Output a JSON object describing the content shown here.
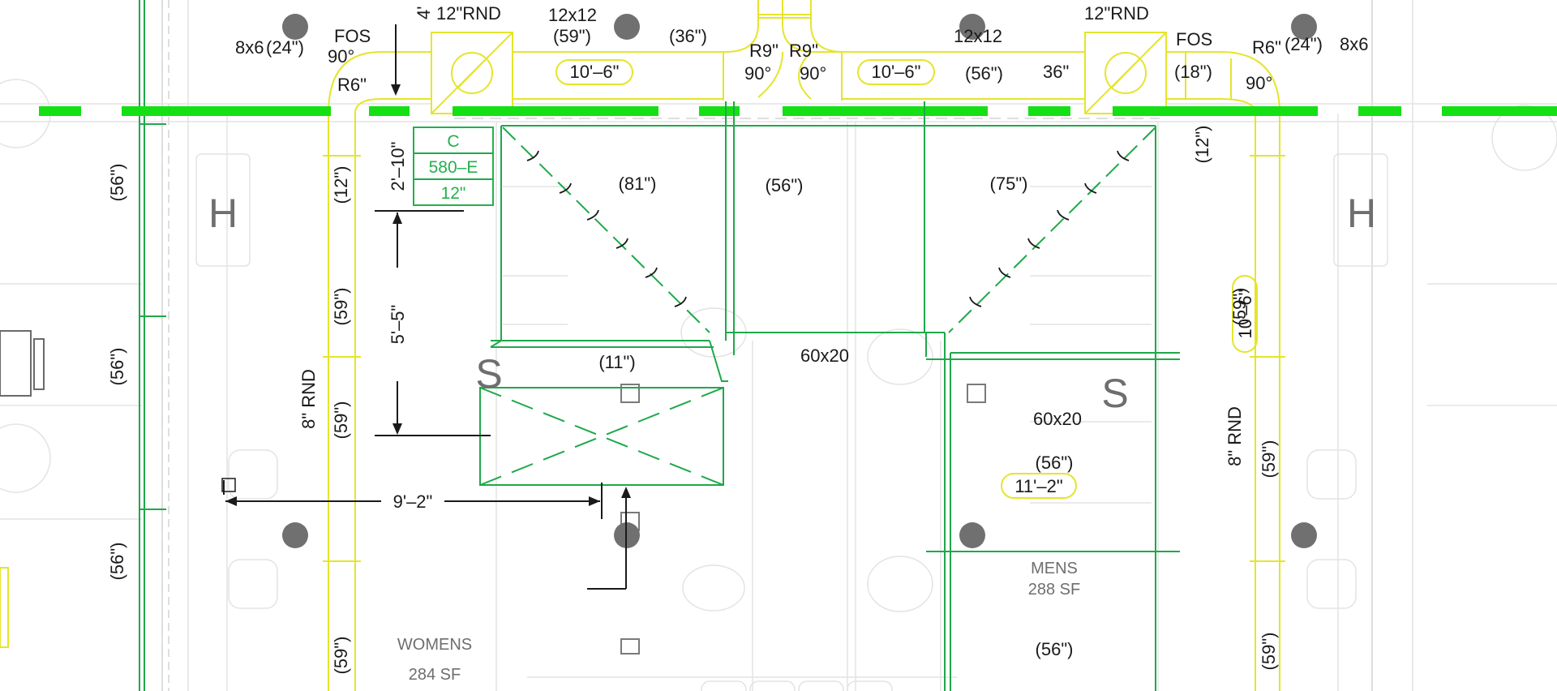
{
  "drawing": {
    "colors": {
      "duct": "#e5e52a",
      "green_linework": "#1fa84a",
      "bright_green_line": "#14e014",
      "dimension": "#1a1a1a",
      "column_dot": "#707070",
      "background_linework": "#e3e3e3"
    },
    "labels": {
      "duct_8x6_left": "8x6",
      "len_24_left": "(24\")",
      "fos_left": "FOS",
      "deg90_left": "90°",
      "r6_left": "R6\"",
      "vert_4": "4'",
      "rnd12_left": "12\"RND",
      "duct_12x12_left": "12x12",
      "len_59_top": "(59\")",
      "len_36_top": "(36\")",
      "r9_left": "R9\"",
      "r9_right": "R9\"",
      "deg90_mid_left": "90°",
      "deg90_mid_right": "90°",
      "duct_12x12_right": "12x12",
      "rnd12_right": "12\"RND",
      "fos_right": "FOS",
      "r6_right": "R6\"",
      "len_24_right": "(24\")",
      "duct_8x6_right": "8x6",
      "len_56_top_right": "(56\")",
      "len_36_right": "36\"",
      "len_18": "(18\")",
      "deg90_right": "90°",
      "bubble_10_6_a": "10'–6\"",
      "bubble_10_6_b": "10'–6\"",
      "bubble_10_6_c": "10'–6\"",
      "bubble_11_2": "11'–2\"",
      "tag_c": "C",
      "tag_580e": "580–E",
      "tag_12": "12\"",
      "dim_2_10": "2'–10\"",
      "dim_5_5": "5'–5\"",
      "dim_9_2": "9'–2\"",
      "len_12_left_duct": "(12\")",
      "len_59_left_a": "(59\")",
      "len_59_left_b": "(59\")",
      "len_59_left_c": "(59\")",
      "rnd8_left": "8\" RND",
      "len_56_far_left_a": "(56\")",
      "len_56_far_left_b": "(56\")",
      "len_56_far_left_c": "(56\")",
      "len_81": "(81\")",
      "len_56_mid": "(56\")",
      "len_75": "(75\")",
      "len_11": "(11\")",
      "duct_60x20_top": "60x20",
      "duct_60x20_mid": "60x20",
      "len_56_mens": "(56\")",
      "len_56_bottom": "(56\")",
      "len_12_right_duct": "(12\")",
      "len_59_right_a": "(59\")",
      "len_59_right_b": "(59\")",
      "len_59_right_c": "(59\")",
      "rnd8_right": "8\" RND",
      "s_left": "S",
      "s_right": "S",
      "h_left": "H",
      "h_right": "H",
      "womens": "WOMENS",
      "womens_sf": "284 SF",
      "mens": "MENS",
      "mens_sf": "288 SF"
    }
  }
}
